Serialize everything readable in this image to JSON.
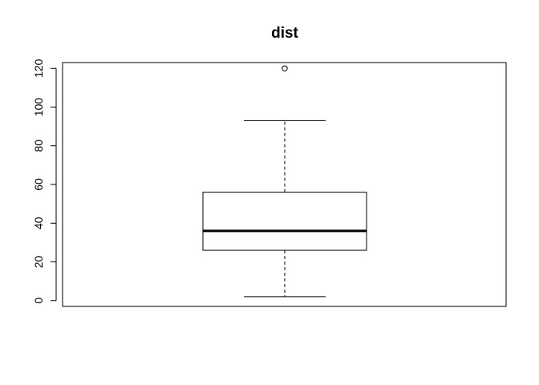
{
  "chart_data": {
    "type": "boxplot",
    "title": "dist",
    "xlabel": "",
    "ylabel": "",
    "ylim": [
      -3,
      123
    ],
    "yticks": [
      0,
      20,
      40,
      60,
      80,
      100,
      120
    ],
    "grid": false,
    "box": {
      "whisker_low": 2,
      "q1": 26,
      "median": 36,
      "q3": 56,
      "whisker_high": 93,
      "outliers": [
        120
      ]
    },
    "colors": {
      "stroke": "#000000",
      "background": "#ffffff"
    }
  }
}
